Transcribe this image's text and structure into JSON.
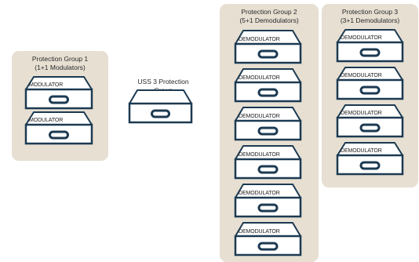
{
  "groups": [
    {
      "id": "pg1",
      "title": "Protection Group 1",
      "subtitle": "(1+1 Modulators)",
      "unit_label": "MODULATOR",
      "unit_count": 2
    },
    {
      "id": "pg2",
      "title": "Protection Group 2",
      "subtitle": "(5+1 Demodulators)",
      "unit_label": "DEMODULATOR",
      "unit_count": 6
    },
    {
      "id": "pg3",
      "title": "Protection Group 3",
      "subtitle": "(3+1 Demodulators)",
      "unit_label": "DEMODULATOR",
      "unit_count": 4
    }
  ],
  "uss": {
    "label": "USS 3 Protection Group"
  },
  "colors": {
    "panel": "#e6dfd2",
    "unit_stroke": "#1c3a52",
    "unit_fill": "#ffffff"
  }
}
